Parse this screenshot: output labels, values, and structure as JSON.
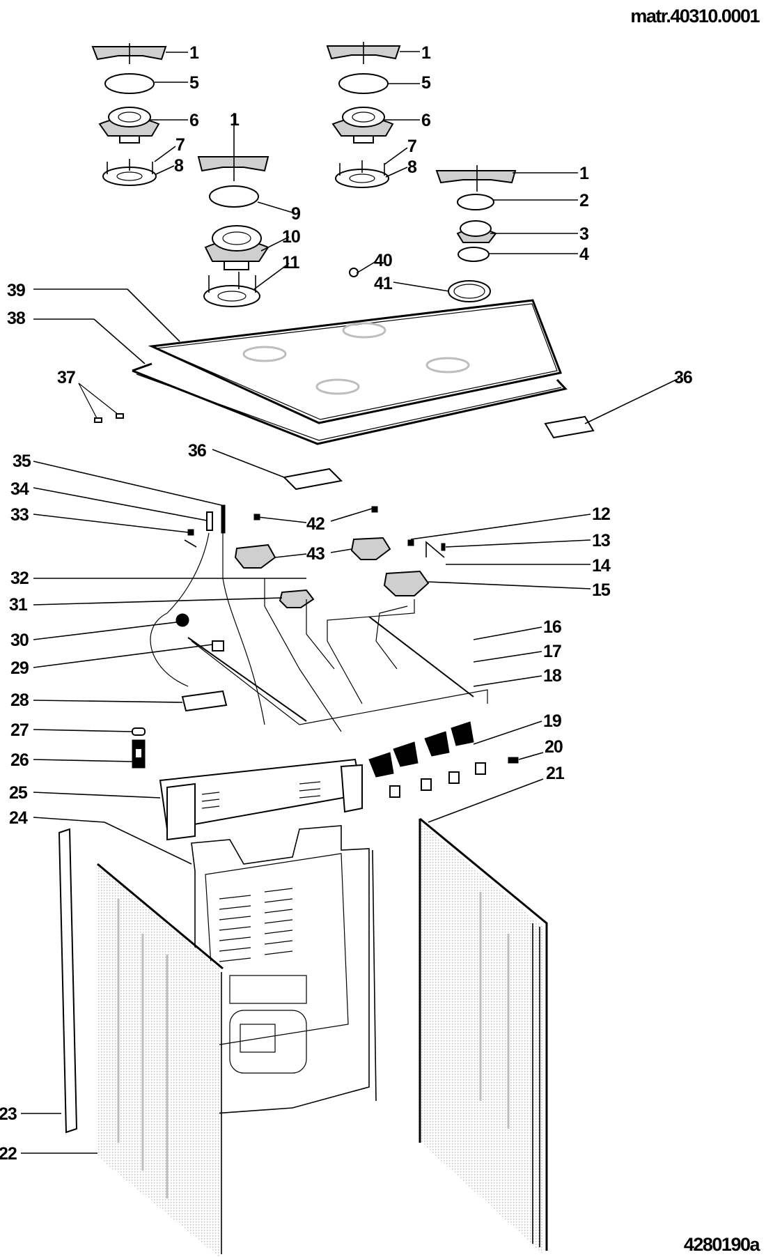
{
  "header": {
    "material_code": "matr.40310.0001",
    "drawing_code": "4280190a"
  },
  "diagram": {
    "title": "Cooker exploded parts view",
    "callouts": [
      {
        "id": "c1a",
        "label": "1"
      },
      {
        "id": "c5a",
        "label": "5"
      },
      {
        "id": "c6a",
        "label": "6"
      },
      {
        "id": "c7a",
        "label": "7"
      },
      {
        "id": "c8a",
        "label": "8"
      },
      {
        "id": "c1b",
        "label": "1"
      },
      {
        "id": "c5b",
        "label": "5"
      },
      {
        "id": "c6b",
        "label": "6"
      },
      {
        "id": "c7b",
        "label": "7"
      },
      {
        "id": "c8b",
        "label": "8"
      },
      {
        "id": "c1c",
        "label": "1"
      },
      {
        "id": "c9",
        "label": "9"
      },
      {
        "id": "c10",
        "label": "10"
      },
      {
        "id": "c11",
        "label": "11"
      },
      {
        "id": "c1d",
        "label": "1"
      },
      {
        "id": "c2",
        "label": "2"
      },
      {
        "id": "c3",
        "label": "3"
      },
      {
        "id": "c4",
        "label": "4"
      },
      {
        "id": "c40",
        "label": "40"
      },
      {
        "id": "c41",
        "label": "41"
      },
      {
        "id": "c39",
        "label": "39"
      },
      {
        "id": "c38",
        "label": "38"
      },
      {
        "id": "c37",
        "label": "37"
      },
      {
        "id": "c36a",
        "label": "36"
      },
      {
        "id": "c36b",
        "label": "36"
      },
      {
        "id": "c35",
        "label": "35"
      },
      {
        "id": "c34",
        "label": "34"
      },
      {
        "id": "c33",
        "label": "33"
      },
      {
        "id": "c42",
        "label": "42"
      },
      {
        "id": "c43",
        "label": "43"
      },
      {
        "id": "c12",
        "label": "12"
      },
      {
        "id": "c13",
        "label": "13"
      },
      {
        "id": "c14",
        "label": "14"
      },
      {
        "id": "c15",
        "label": "15"
      },
      {
        "id": "c32",
        "label": "32"
      },
      {
        "id": "c31",
        "label": "31"
      },
      {
        "id": "c30",
        "label": "30"
      },
      {
        "id": "c29",
        "label": "29"
      },
      {
        "id": "c16",
        "label": "16"
      },
      {
        "id": "c17",
        "label": "17"
      },
      {
        "id": "c18",
        "label": "18"
      },
      {
        "id": "c28",
        "label": "28"
      },
      {
        "id": "c27",
        "label": "27"
      },
      {
        "id": "c26",
        "label": "26"
      },
      {
        "id": "c25",
        "label": "25"
      },
      {
        "id": "c19",
        "label": "19"
      },
      {
        "id": "c20",
        "label": "20"
      },
      {
        "id": "c21",
        "label": "21"
      },
      {
        "id": "c24",
        "label": "24"
      },
      {
        "id": "c23",
        "label": "23"
      },
      {
        "id": "c22",
        "label": "22"
      }
    ]
  }
}
